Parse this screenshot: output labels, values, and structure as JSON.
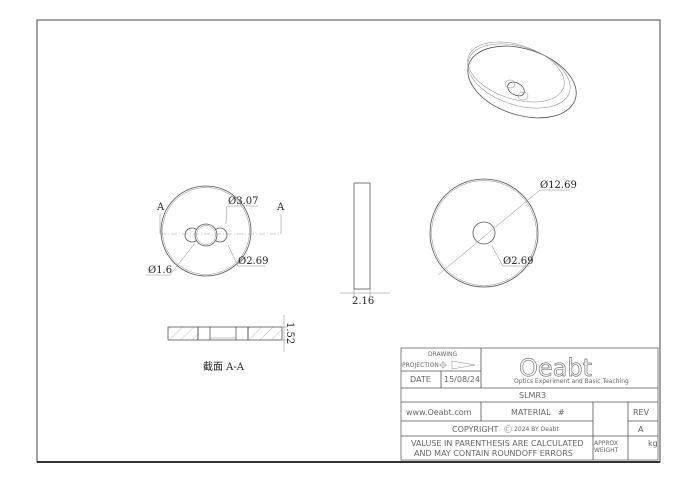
{
  "views": {
    "front": {
      "section_mark_left": "A",
      "section_mark_right": "A",
      "dim_center": "Ø3.07",
      "dim_inner": "Ø2.69",
      "dim_lobe": "Ø1.6"
    },
    "side": {
      "dim_thickness": "2.16"
    },
    "rear": {
      "dim_outer": "Ø12.69",
      "dim_hole": "Ø2.69"
    },
    "section": {
      "dim_height": "1.52",
      "label": "截面 A-A"
    }
  },
  "title_block": {
    "drawing_label": "DRAWING",
    "projection_label": "PROJECTION",
    "date_label": "DATE",
    "date_value": "15/08/24",
    "logo_text": "Oeabt",
    "logo_tagline": "Optics Experiment and Basic Teaching",
    "part_number": "SLMR3",
    "website": "www.Oeabt.com",
    "material_label": "MATERIAL",
    "material_value": "#",
    "rev_label": "REV",
    "rev_value": "A",
    "copyright": "COPYRIGHT",
    "copyright_small": "2024 BY Oeabt",
    "note_line1": "VALUSE IN PARENTHESIS ARE CALCULATED",
    "note_line2": "AND MAY CONTAIN ROUNDOFF ERRORS",
    "weight_label_1": "APPROX",
    "weight_label_2": "WEIGHT",
    "weight_unit": "kg"
  }
}
